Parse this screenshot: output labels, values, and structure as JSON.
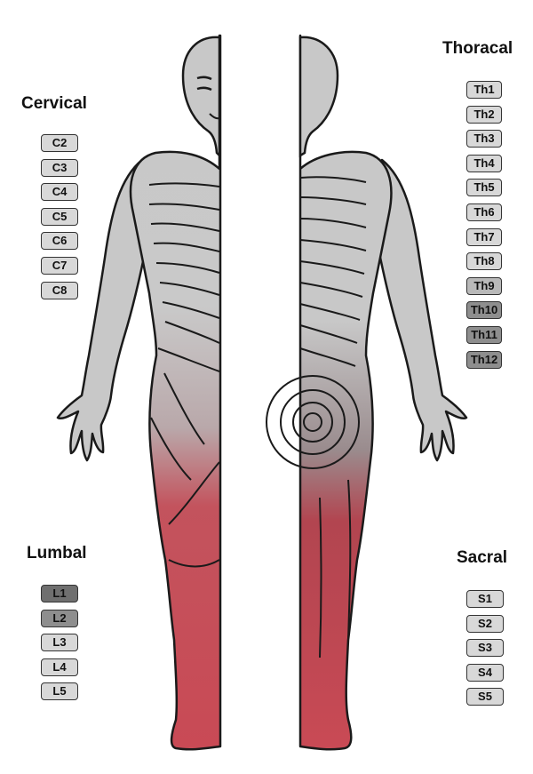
{
  "groups": {
    "cervical": {
      "label": "Cervical",
      "segments": [
        {
          "name": "C2",
          "level": "normal"
        },
        {
          "name": "C3",
          "level": "normal"
        },
        {
          "name": "C4",
          "level": "normal"
        },
        {
          "name": "C5",
          "level": "normal"
        },
        {
          "name": "C6",
          "level": "normal"
        },
        {
          "name": "C7",
          "level": "normal"
        },
        {
          "name": "C8",
          "level": "normal"
        }
      ]
    },
    "thoracal": {
      "label": "Thoracal",
      "segments": [
        {
          "name": "Th1",
          "level": "normal"
        },
        {
          "name": "Th2",
          "level": "normal"
        },
        {
          "name": "Th3",
          "level": "normal"
        },
        {
          "name": "Th4",
          "level": "normal"
        },
        {
          "name": "Th5",
          "level": "normal"
        },
        {
          "name": "Th6",
          "level": "normal"
        },
        {
          "name": "Th7",
          "level": "normal"
        },
        {
          "name": "Th8",
          "level": "normal"
        },
        {
          "name": "Th9",
          "level": "light"
        },
        {
          "name": "Th10",
          "level": "medium"
        },
        {
          "name": "Th11",
          "level": "medium"
        },
        {
          "name": "Th12",
          "level": "medium"
        }
      ]
    },
    "lumbal": {
      "label": "Lumbal",
      "segments": [
        {
          "name": "L1",
          "level": "dark"
        },
        {
          "name": "L2",
          "level": "medium"
        },
        {
          "name": "L3",
          "level": "normal"
        },
        {
          "name": "L4",
          "level": "normal"
        },
        {
          "name": "L5",
          "level": "normal"
        }
      ]
    },
    "sacral": {
      "label": "Sacral",
      "segments": [
        {
          "name": "S1",
          "level": "normal"
        },
        {
          "name": "S2",
          "level": "normal"
        },
        {
          "name": "S3",
          "level": "normal"
        },
        {
          "name": "S4",
          "level": "normal"
        },
        {
          "name": "S5",
          "level": "normal"
        }
      ]
    }
  },
  "colors": {
    "body_gray": "#c8c8c8",
    "body_dark_gray": "#b3b3b3",
    "affected_red": "#c94a55",
    "affected_dark_red": "#b23a44",
    "outline": "#1a1a1a",
    "segment_normal": "#d8d8d8",
    "segment_light": "#b9b9b9",
    "segment_medium": "#8e8e8e",
    "segment_dark": "#6f6f6f"
  }
}
